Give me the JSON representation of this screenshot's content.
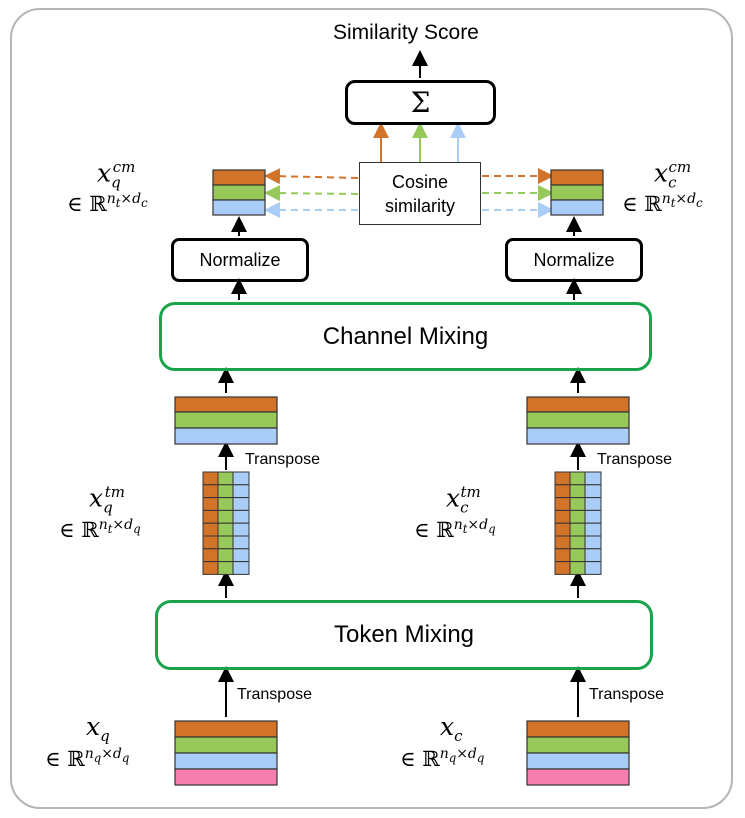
{
  "title": "Similarity Score",
  "sum_symbol": "Σ",
  "cosine_label_line1": "Cosine",
  "cosine_label_line2": "similarity",
  "normalize_label": "Normalize",
  "channel_mixing_label": "Channel Mixing",
  "token_mixing_label": "Token Mixing",
  "transpose_label": "Transpose",
  "symbols": {
    "xq_cm": {
      "base": "x",
      "sub": "q",
      "sup": "cm",
      "set": "∈ ℝ",
      "dims": "n",
      "dims_sub1": "t",
      "dims_x": "×d",
      "dims_sub2": "c"
    },
    "xc_cm": {
      "base": "x",
      "sub": "c",
      "sup": "cm",
      "set": "∈ ℝ",
      "dims": "n",
      "dims_sub1": "t",
      "dims_x": "×d",
      "dims_sub2": "c"
    },
    "xq_tm": {
      "base": "x",
      "sub": "q",
      "sup": "tm",
      "set": "∈ ℝ",
      "dims": "n",
      "dims_sub1": "t",
      "dims_x": "×d",
      "dims_sub2": "q"
    },
    "xc_tm": {
      "base": "x",
      "sub": "c",
      "sup": "tm",
      "set": "∈ ℝ",
      "dims": "n",
      "dims_sub1": "t",
      "dims_x": "×d",
      "dims_sub2": "q"
    },
    "xq": {
      "base": "x",
      "sub": "q",
      "set": "∈ ℝ",
      "dims": "n",
      "dims_sub1": "q",
      "dims_x": "×d",
      "dims_sub2": "q"
    },
    "xc": {
      "base": "x",
      "sub": "c",
      "set": "∈ ℝ",
      "dims": "n",
      "dims_sub1": "q",
      "dims_x": "×d",
      "dims_sub2": "q"
    }
  },
  "colors": {
    "orange": "#d2732a",
    "green": "#96c85a",
    "blue": "#a9cdf7",
    "pink": "#f77fb0",
    "mix_border": "#1aa34a",
    "frame": "#b5b5b5"
  }
}
